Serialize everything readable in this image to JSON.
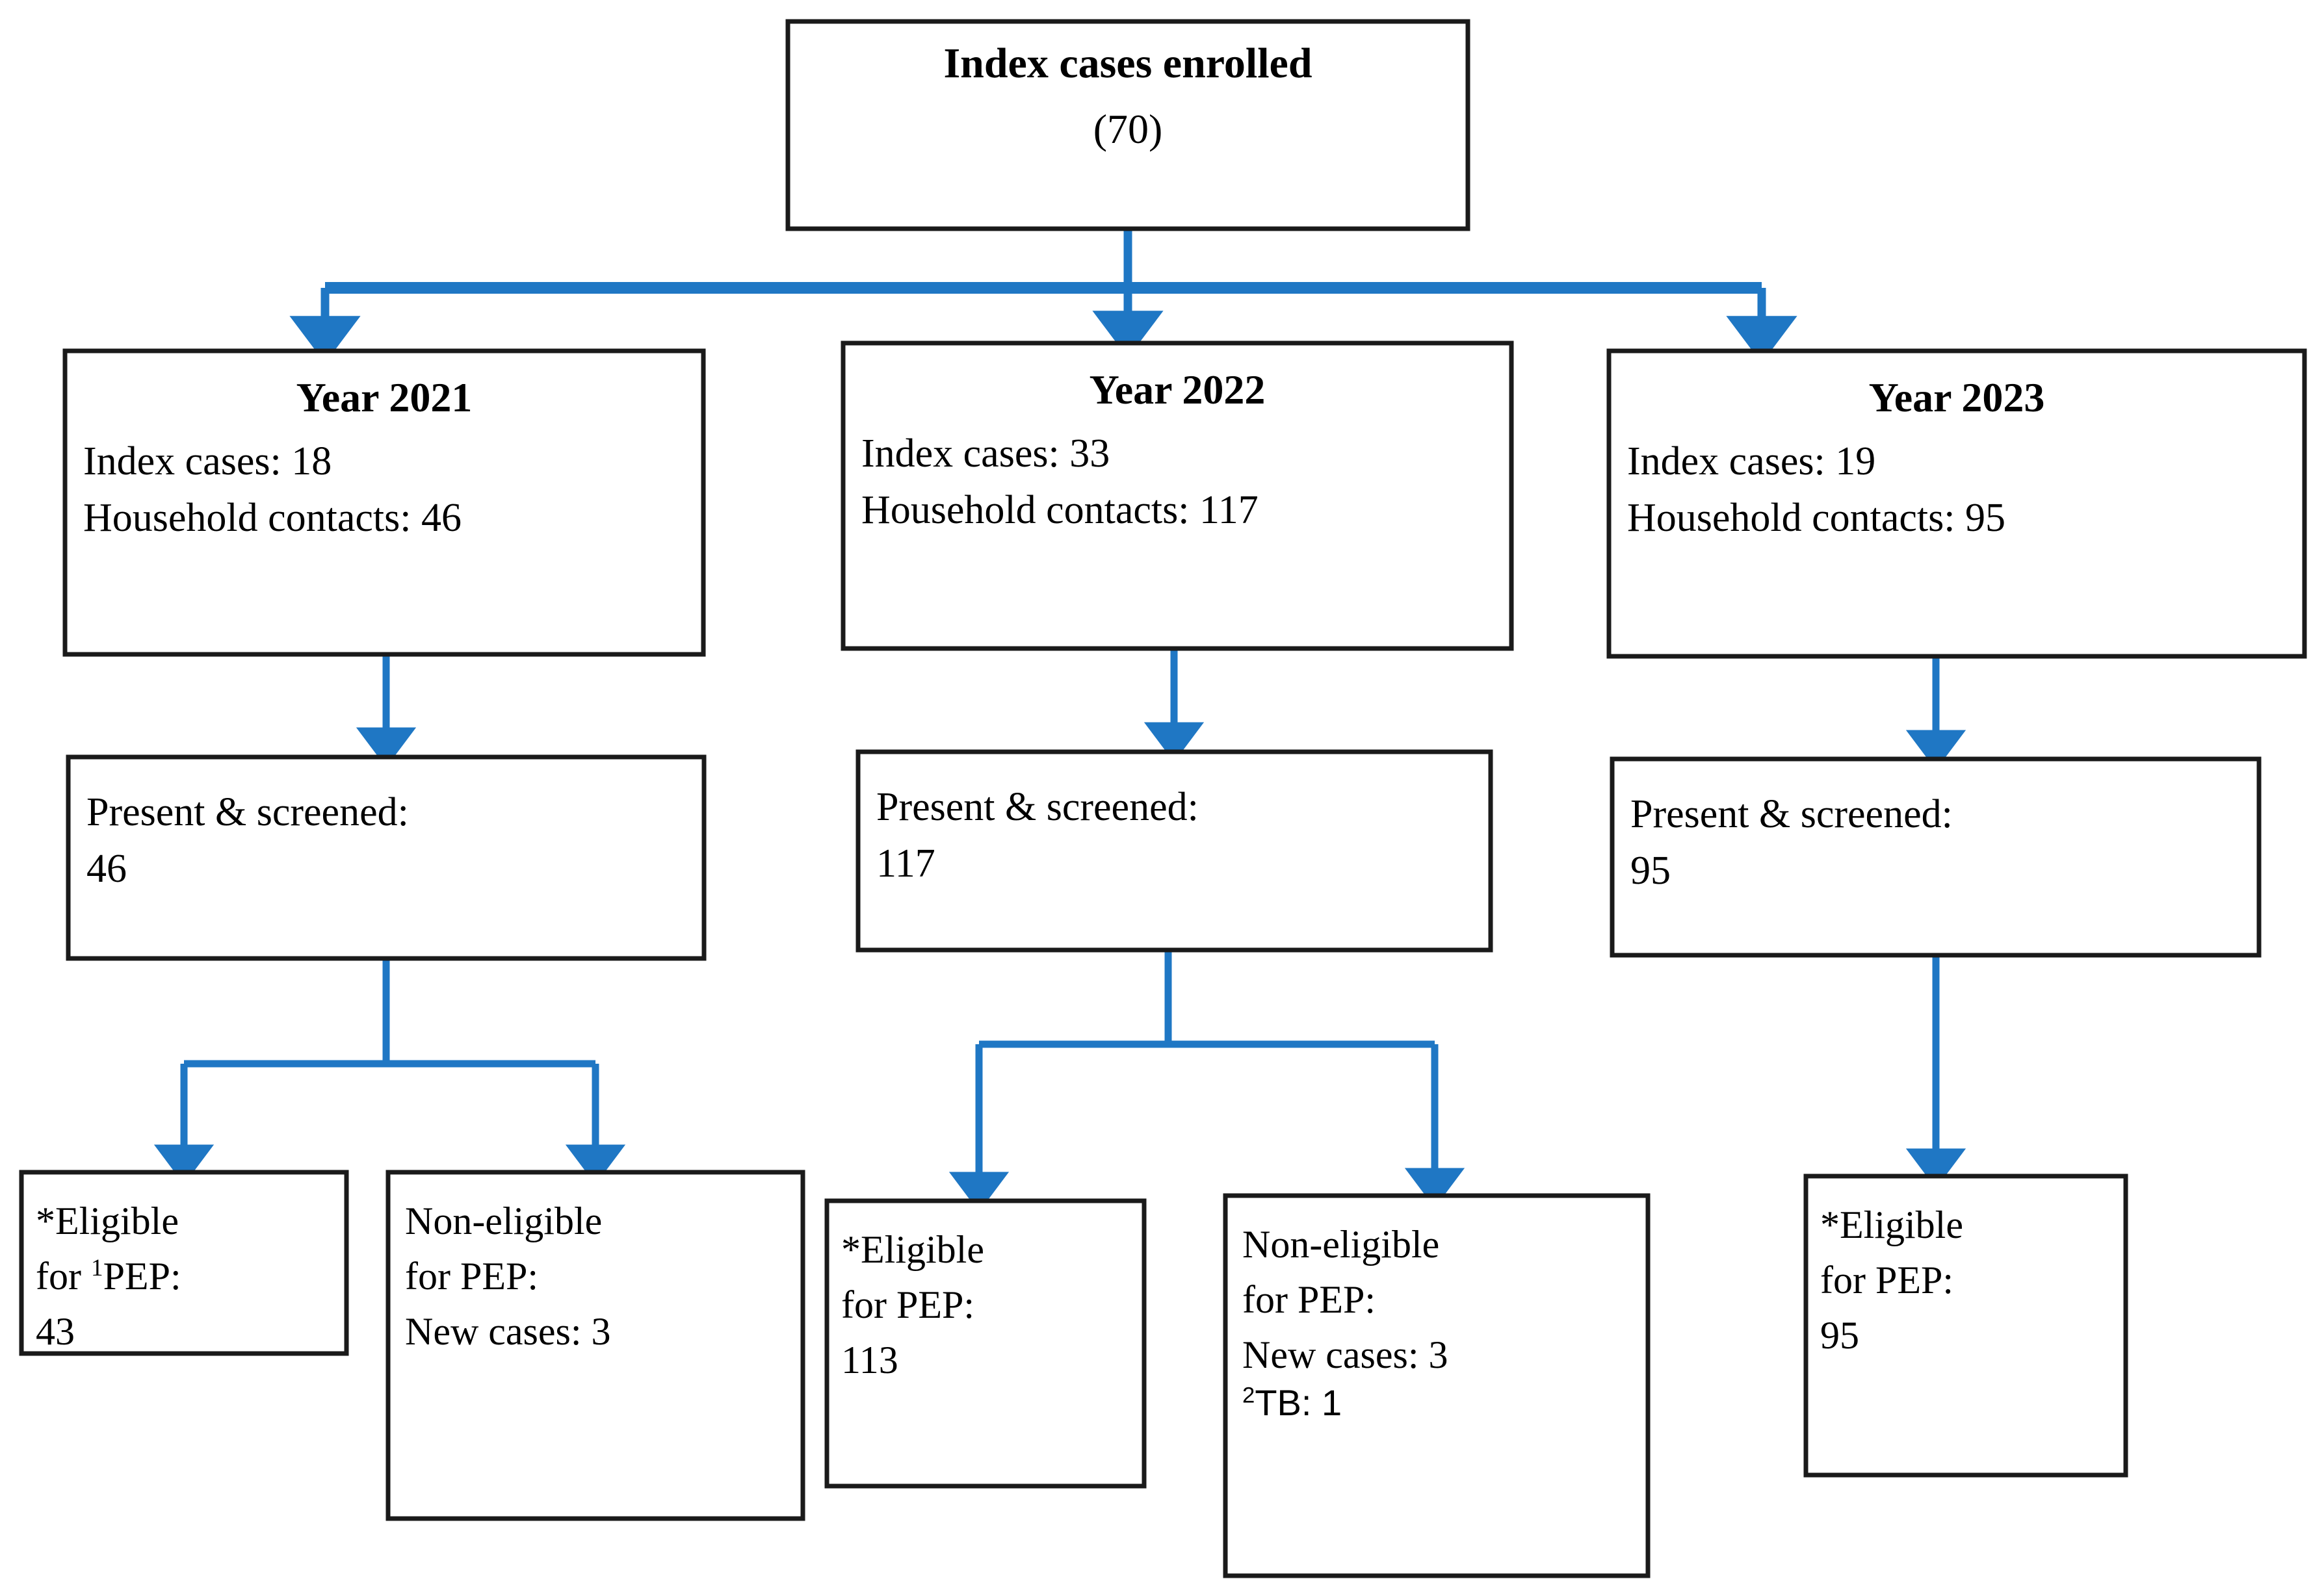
{
  "diagram": {
    "title": "Index cases enrolled flow diagram",
    "colors": {
      "box_border": "#1a1a1a",
      "box_fill": "#ffffff",
      "connector": "#1f77c4",
      "text": "#000000"
    },
    "root": {
      "title": "Index cases enrolled",
      "count": "(70)"
    },
    "years": [
      {
        "title": "Year 2021",
        "index_cases": "Index cases: 18",
        "household_contacts": "Household contacts: 46",
        "screened_label": "Present & screened:",
        "screened_value": "46",
        "outcomes": [
          {
            "line1_pre": "*Eligible",
            "line2_pre": "for ",
            "line2_sup": "1",
            "line2_post": "PEP:",
            "line3": "43"
          },
          {
            "line1": "Non-eligible",
            "line2": "for PEP:",
            "line3": "New cases: 3"
          }
        ]
      },
      {
        "title": "Year 2022",
        "index_cases": "Index cases: 33",
        "household_contacts": "Household contacts: 117",
        "screened_label": "Present & screened:",
        "screened_value": "117",
        "outcomes": [
          {
            "line1": "*Eligible",
            "line2": "for PEP:",
            "line3": "113"
          },
          {
            "line1": "Non-eligible",
            "line2": "for PEP:",
            "line3": "New cases: 3",
            "line4_sup": "2",
            "line4_post": "TB: 1"
          }
        ]
      },
      {
        "title": "Year 2023",
        "index_cases": "Index cases: 19",
        "household_contacts": "Household contacts: 95",
        "screened_label": "Present & screened:",
        "screened_value": "95",
        "outcomes": [
          {
            "line1": "*Eligible",
            "line2": "for PEP:",
            "line3": "95"
          }
        ]
      }
    ]
  },
  "chart_data": {
    "type": "diagram",
    "title": "Index cases enrolled (70)",
    "nodes": [
      {
        "id": "root",
        "label": "Index cases enrolled",
        "value": 70
      },
      {
        "id": "y2021",
        "label": "Year 2021",
        "index_cases": 18,
        "household_contacts": 46
      },
      {
        "id": "y2022",
        "label": "Year 2022",
        "index_cases": 33,
        "household_contacts": 117
      },
      {
        "id": "y2023",
        "label": "Year 2023",
        "index_cases": 19,
        "household_contacts": 95
      },
      {
        "id": "s2021",
        "label": "Present & screened",
        "value": 46
      },
      {
        "id": "s2022",
        "label": "Present & screened",
        "value": 117
      },
      {
        "id": "s2023",
        "label": "Present & screened",
        "value": 95
      },
      {
        "id": "e2021",
        "label": "*Eligible for 1PEP",
        "value": 43
      },
      {
        "id": "n2021",
        "label": "Non-eligible for PEP: New cases",
        "value": 3
      },
      {
        "id": "e2022",
        "label": "*Eligible for PEP",
        "value": 113
      },
      {
        "id": "n2022",
        "label": "Non-eligible for PEP: New cases 3, 2TB 1",
        "new_cases": 3,
        "tb": 1
      },
      {
        "id": "e2023",
        "label": "*Eligible for PEP",
        "value": 95
      }
    ],
    "edges": [
      [
        "root",
        "y2021"
      ],
      [
        "root",
        "y2022"
      ],
      [
        "root",
        "y2023"
      ],
      [
        "y2021",
        "s2021"
      ],
      [
        "y2022",
        "s2022"
      ],
      [
        "y2023",
        "s2023"
      ],
      [
        "s2021",
        "e2021"
      ],
      [
        "s2021",
        "n2021"
      ],
      [
        "s2022",
        "e2022"
      ],
      [
        "s2022",
        "n2022"
      ],
      [
        "s2023",
        "e2023"
      ]
    ]
  }
}
